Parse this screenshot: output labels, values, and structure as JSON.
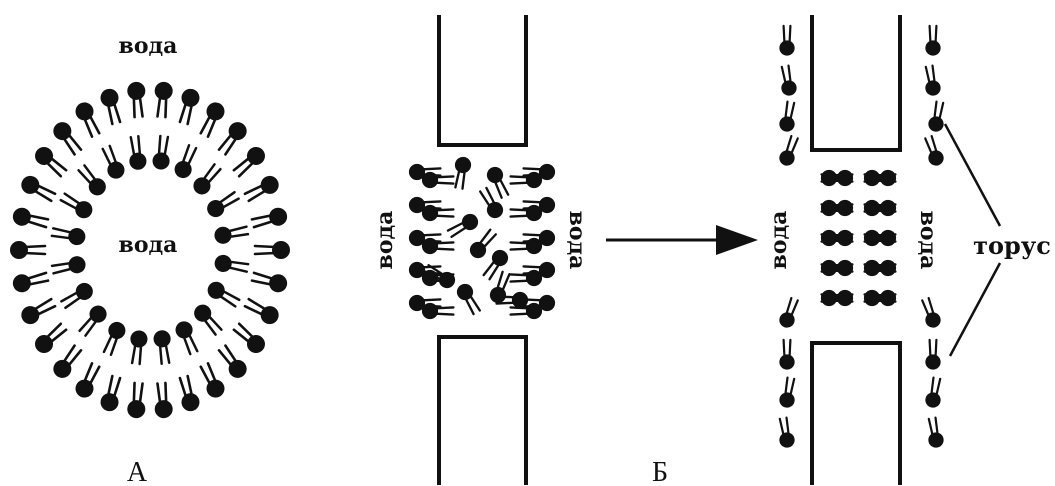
{
  "labels": {
    "water_top": "вода",
    "water_center": "вода",
    "water_left_b": "вода",
    "water_right_b": "вода",
    "water_left_c": "вода",
    "water_right_c": "вода",
    "torus": "торус",
    "panel_a": "А",
    "panel_b": "Б"
  },
  "colors": {
    "ink": "#111111",
    "background": "#ffffff"
  },
  "icons": {
    "lipid": "lipid-molecule-icon",
    "arrow": "arrow-right-icon"
  }
}
